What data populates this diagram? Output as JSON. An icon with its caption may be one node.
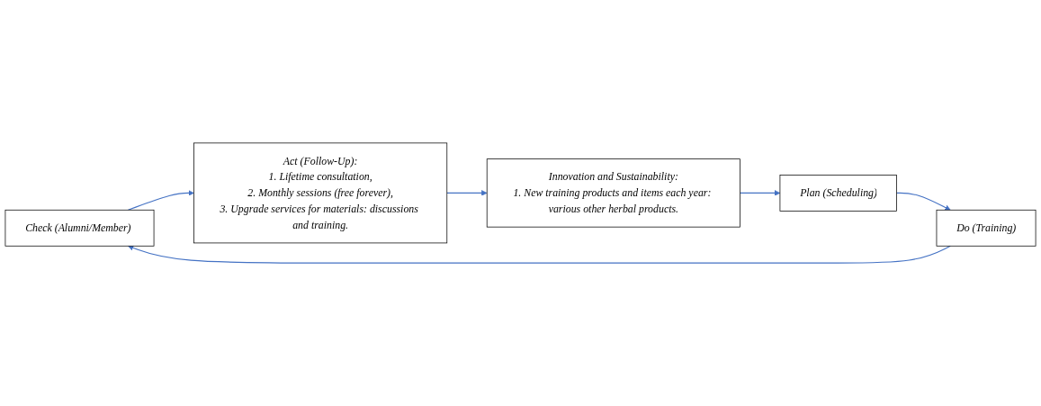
{
  "diagram": {
    "nodes": [
      {
        "text": [
          "Check (Alumni/Member)"
        ]
      },
      {
        "text": [
          "Act (Follow-Up):",
          "1. Lifetime consultation,",
          "2. Monthly sessions (free forever),",
          "3. Upgrade services for materials: discussions and training."
        ]
      },
      {
        "text": [
          "Do (Training)"
        ]
      },
      {
        "text": [
          "Innovation and Sustainability:",
          "1. New training products and items each year: various other herbal products."
        ]
      },
      {
        "text": [
          "Plan (Scheduling)"
        ]
      }
    ],
    "edges": [
      {
        "from": 2,
        "to": 0,
        "arrow": "to"
      },
      {
        "from": 0,
        "to": 1,
        "arrow": "to"
      },
      {
        "from": 1,
        "to": 3,
        "arrow": "to"
      },
      {
        "from": 3,
        "to": 4,
        "arrow": "to"
      },
      {
        "from": 4,
        "to": 2,
        "arrow": "to"
      }
    ]
  }
}
